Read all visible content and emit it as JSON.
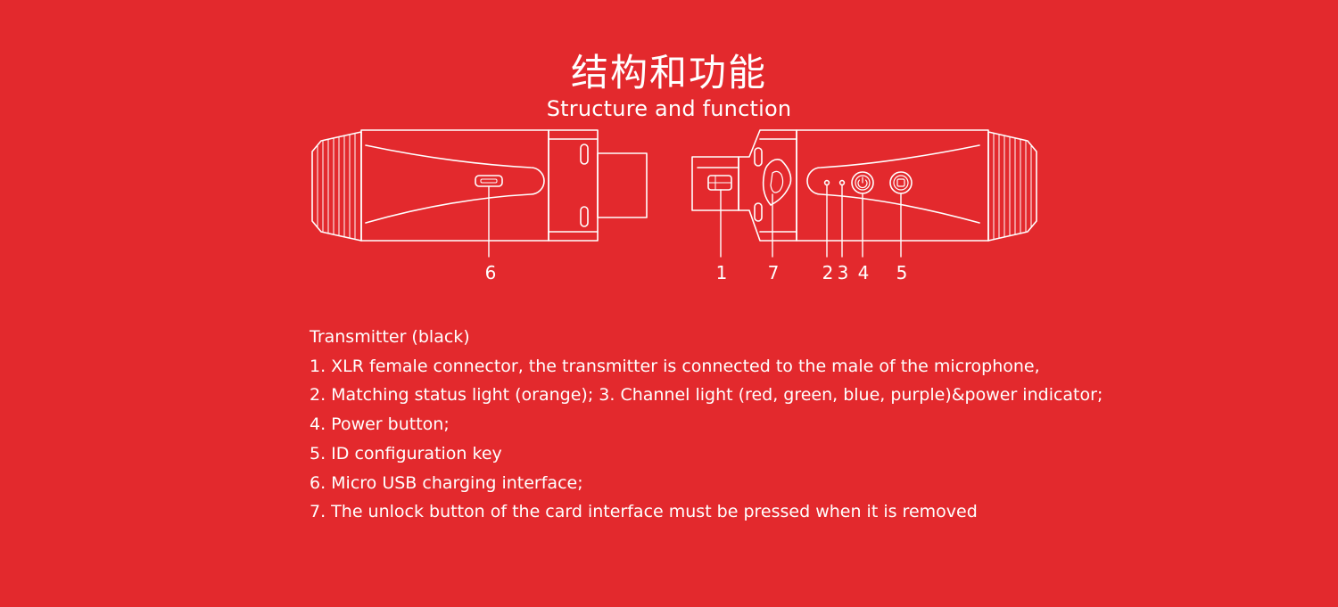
{
  "title_cn": "结构和功能",
  "title_en": "Structure and function",
  "callouts": [
    "6",
    "1",
    "7",
    "2",
    "3",
    "4",
    "5"
  ],
  "description": {
    "heading": "Transmitter (black)",
    "items": [
      "1. XLR female connector, the transmitter is connected to the male of the microphone,",
      "2. Matching status light (orange); 3. Channel light (red, green, blue, purple)&power indicator;",
      "4. Power button;",
      "5. ID configuration key",
      "6. Micro USB charging interface;",
      "7. The unlock button of the card interface must be pressed when it is removed"
    ]
  },
  "colors": {
    "background": "#e3292d",
    "foreground": "#ffffff"
  }
}
